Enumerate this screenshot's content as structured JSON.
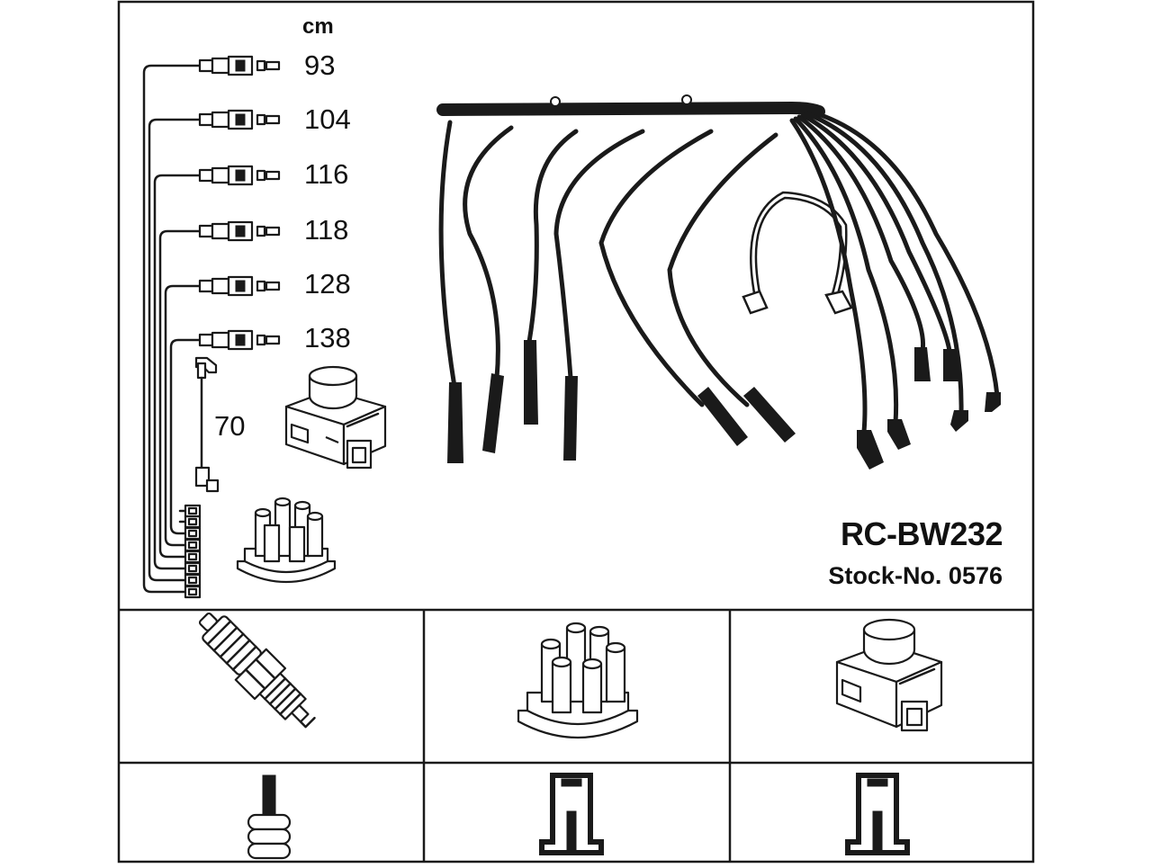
{
  "diagram": {
    "unit_label": "cm",
    "lead_lengths": [
      "93",
      "104",
      "116",
      "118",
      "128",
      "138"
    ],
    "coil_lead_length": "70",
    "model": "RC-BW232",
    "stock_number": "Stock-No. 0576",
    "panels": [
      {
        "name": "spark-plug"
      },
      {
        "name": "distributor-cap"
      },
      {
        "name": "ignition-coil"
      }
    ],
    "connector_types": [
      {
        "name": "plug-terminal"
      },
      {
        "name": "cap-socket"
      },
      {
        "name": "coil-socket"
      }
    ]
  }
}
